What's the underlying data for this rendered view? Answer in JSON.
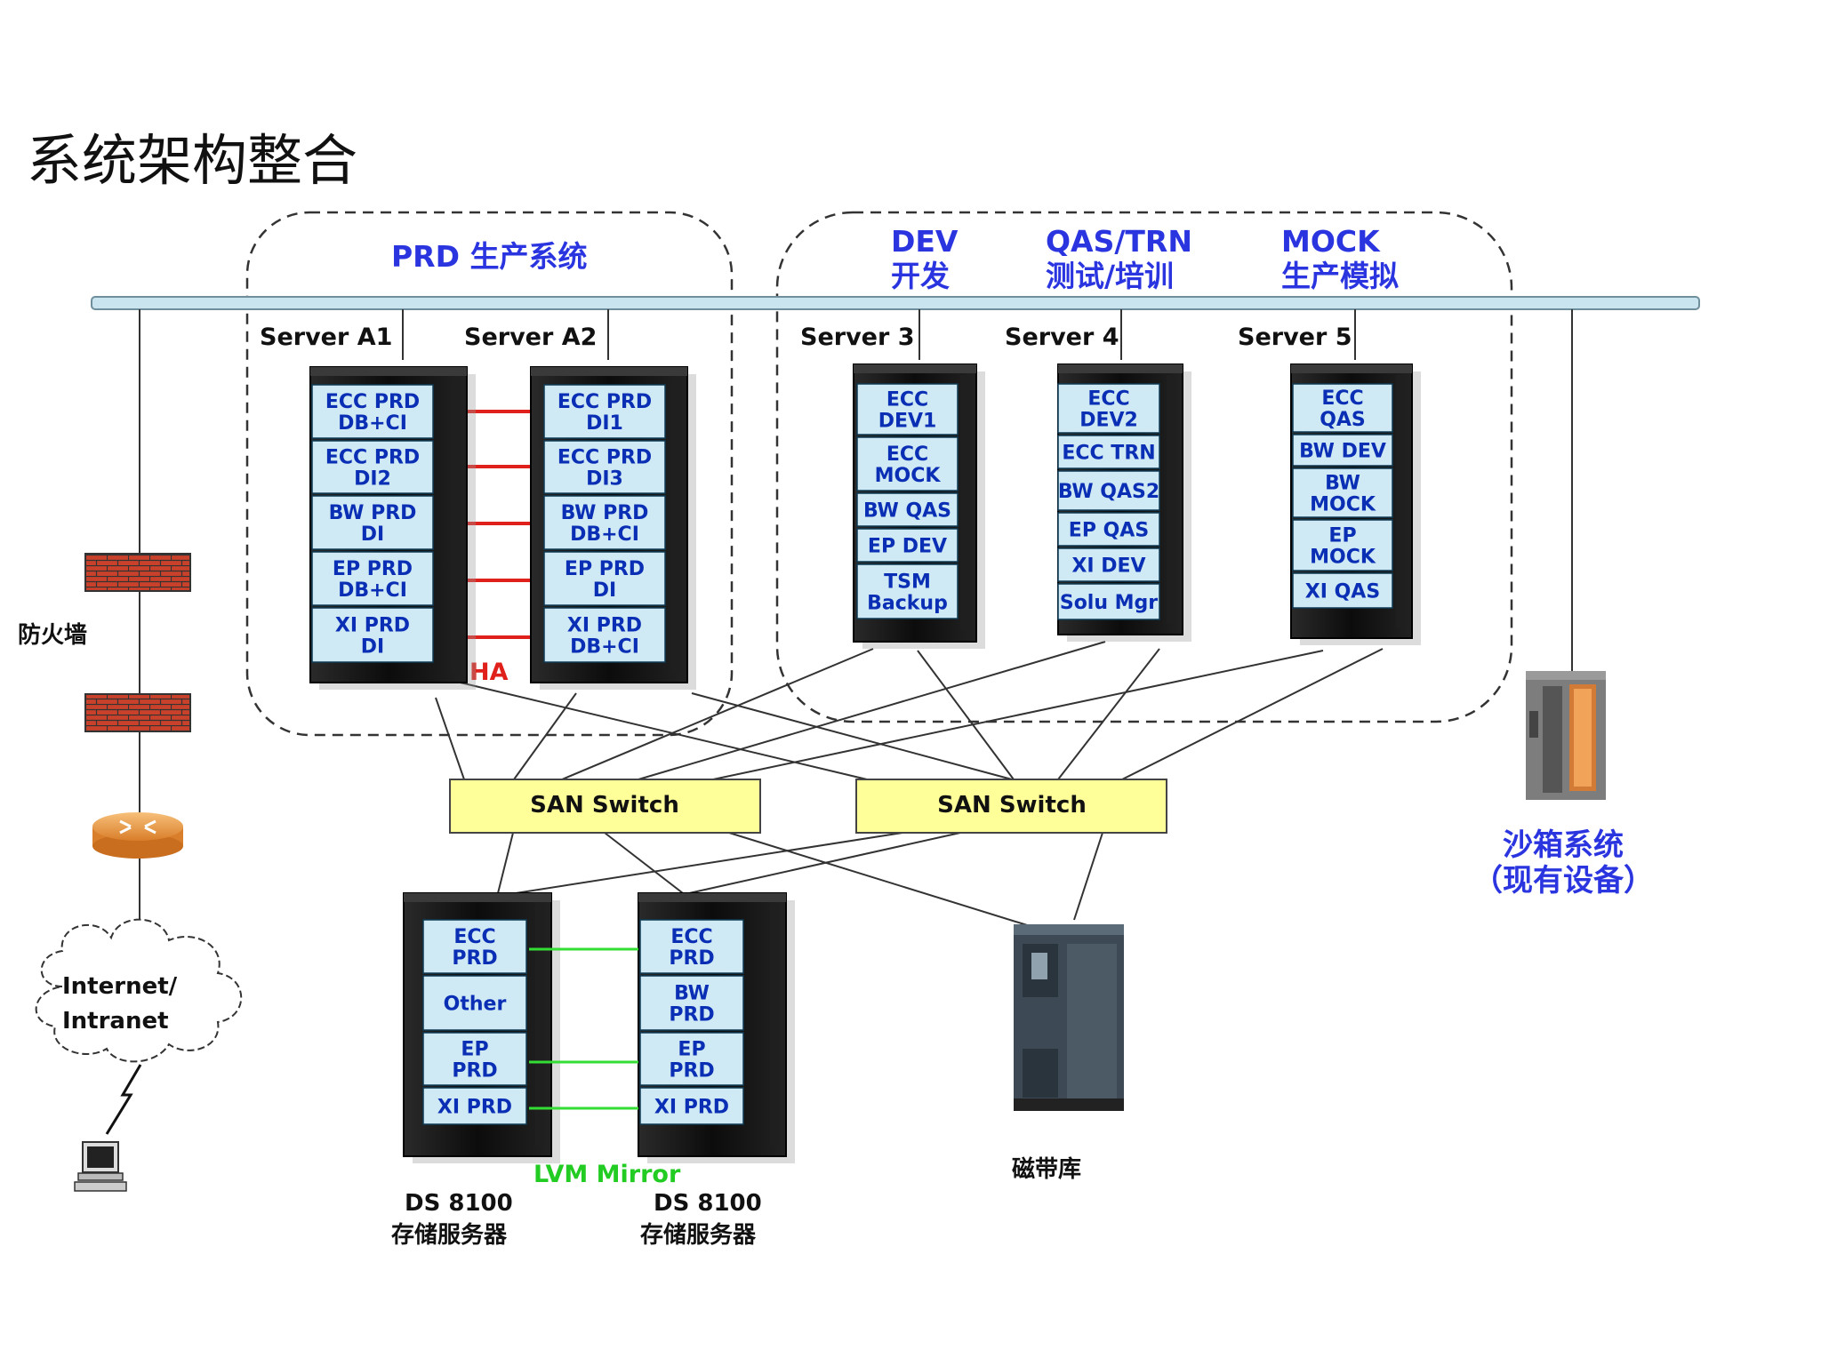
{
  "title": "系统架构整合",
  "groups": {
    "prd": "PRD 生产系统",
    "dev": [
      "DEV",
      "开发"
    ],
    "qas": [
      "QAS/TRN",
      "测试/培训"
    ],
    "mock": [
      "MOCK",
      "生产模拟"
    ]
  },
  "servers": [
    {
      "label": "Server A1",
      "modules": [
        [
          "ECC PRD",
          "DB+CI"
        ],
        [
          "ECC PRD",
          "DI2"
        ],
        [
          "BW PRD",
          "DI"
        ],
        [
          "EP PRD",
          "DB+CI"
        ],
        [
          "XI PRD",
          "DI"
        ]
      ]
    },
    {
      "label": "Server A2",
      "modules": [
        [
          "ECC PRD",
          "DI1"
        ],
        [
          "ECC PRD",
          "DI3"
        ],
        [
          "BW PRD",
          "DB+CI"
        ],
        [
          "EP PRD",
          "DI"
        ],
        [
          "XI PRD",
          "DB+CI"
        ]
      ]
    },
    {
      "label": "Server 3",
      "modules": [
        [
          "ECC",
          "DEV1"
        ],
        [
          "ECC",
          "MOCK"
        ],
        [
          "BW QAS"
        ],
        [
          "EP DEV"
        ],
        [
          "TSM",
          "Backup"
        ]
      ]
    },
    {
      "label": "Server 4",
      "modules": [
        [
          "ECC",
          "DEV2"
        ],
        [
          "ECC TRN"
        ],
        [
          "BW QAS2"
        ],
        [
          "EP QAS"
        ],
        [
          "XI DEV"
        ],
        [
          "Solu Mgr"
        ]
      ]
    },
    {
      "label": "Server 5",
      "modules": [
        [
          "ECC",
          "QAS"
        ],
        [
          "BW DEV"
        ],
        [
          "BW",
          "MOCK"
        ],
        [
          "EP",
          "MOCK"
        ],
        [
          "XI QAS"
        ]
      ]
    }
  ],
  "ha_label": "HA",
  "san_switches": [
    "SAN Switch",
    "SAN Switch"
  ],
  "storage": [
    {
      "name": "DS 8100",
      "desc": "存储服务器",
      "modules": [
        [
          "ECC",
          "PRD"
        ],
        [
          "Other"
        ],
        [
          "EP",
          "PRD"
        ],
        [
          "XI PRD"
        ]
      ]
    },
    {
      "name": "DS 8100",
      "desc": "存储服务器",
      "modules": [
        [
          "ECC",
          "PRD"
        ],
        [
          "BW",
          "PRD"
        ],
        [
          "EP",
          "PRD"
        ],
        [
          "XI PRD"
        ]
      ]
    }
  ],
  "lvm_label": "LVM Mirror",
  "tape_label": "磁带库",
  "firewall_label": "防火墙",
  "cloud_label": [
    "Internet/",
    "Intranet"
  ],
  "sandbox_label": [
    "沙箱系统",
    "（现有设备）"
  ],
  "colors": {
    "module_fill": "#cfeaf4",
    "module_text": "#0a2fb5",
    "rack": "#151515",
    "bus": "#c9e4ef",
    "san_fill": "#ffff99",
    "ha_line": "#e0201b",
    "lvm_line": "#33dd33",
    "group_text": "#2a35e0"
  },
  "icons": [
    "firewall-icon",
    "router-icon",
    "cloud-icon",
    "computer-icon",
    "tape-library-icon",
    "sandbox-server-icon",
    "lightning-icon"
  ]
}
